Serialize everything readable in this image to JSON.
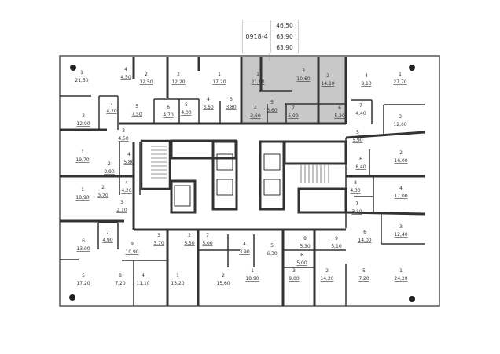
{
  "apartment_info": {
    "code": "0918-4",
    "areas": [
      "46,50",
      "63,90",
      "63,90"
    ]
  },
  "colors": {
    "highlight": "#c8c8c8",
    "wall": "#333333"
  },
  "rooms": [
    {
      "n": "1",
      "a": "21,50"
    },
    {
      "n": "4",
      "a": "4,50"
    },
    {
      "n": "2",
      "a": "12,50"
    },
    {
      "n": "7",
      "a": "4,70"
    },
    {
      "n": "3",
      "a": "12,90"
    },
    {
      "n": "5",
      "a": "7,50"
    },
    {
      "n": "6",
      "a": "4,70"
    },
    {
      "n": "5",
      "a": "4,00"
    },
    {
      "n": "3",
      "a": "4,50"
    },
    {
      "n": "2",
      "a": "12,20"
    },
    {
      "n": "1",
      "a": "17,20"
    },
    {
      "n": "4",
      "a": "3,60"
    },
    {
      "n": "3",
      "a": "3,80"
    },
    {
      "n": "1",
      "a": "21,80"
    },
    {
      "n": "3",
      "a": "10,60"
    },
    {
      "n": "2",
      "a": "14,10"
    },
    {
      "n": "4",
      "a": "3,60"
    },
    {
      "n": "5",
      "a": "3,60"
    },
    {
      "n": "7",
      "a": "5,00"
    },
    {
      "n": "6",
      "a": "5,20"
    },
    {
      "n": "4",
      "a": "8,10"
    },
    {
      "n": "1",
      "a": "27,70"
    },
    {
      "n": "7",
      "a": "4,40"
    },
    {
      "n": "3",
      "a": "12,60"
    },
    {
      "n": "5",
      "a": "5,90"
    },
    {
      "n": "1",
      "a": "19,70"
    },
    {
      "n": "2",
      "a": "3,80"
    },
    {
      "n": "4",
      "a": "5,80"
    },
    {
      "n": "1",
      "a": "18,90"
    },
    {
      "n": "2",
      "a": "3,70"
    },
    {
      "n": "4",
      "a": "4,20"
    },
    {
      "n": "3",
      "a": "2,10"
    },
    {
      "n": "6",
      "a": "6,40"
    },
    {
      "n": "2",
      "a": "16,00"
    },
    {
      "n": "8",
      "a": "4,30"
    },
    {
      "n": "4",
      "a": "17,00"
    },
    {
      "n": "7",
      "a": "3,10"
    },
    {
      "n": "3",
      "a": "12,40"
    },
    {
      "n": "6",
      "a": "14,00"
    },
    {
      "n": "7",
      "a": "4,90"
    },
    {
      "n": "6",
      "a": "13,00"
    },
    {
      "n": "9",
      "a": "10,90"
    },
    {
      "n": "3",
      "a": "3,70"
    },
    {
      "n": "2",
      "a": "5,50"
    },
    {
      "n": "7",
      "a": "5,00"
    },
    {
      "n": "4",
      "a": "3,90"
    },
    {
      "n": "5",
      "a": "6,30"
    },
    {
      "n": "8",
      "a": "5,30"
    },
    {
      "n": "9",
      "a": "5,10"
    },
    {
      "n": "6",
      "a": "5,00"
    },
    {
      "n": "5",
      "a": "17,20"
    },
    {
      "n": "8",
      "a": "7,20"
    },
    {
      "n": "4",
      "a": "11,10"
    },
    {
      "n": "1",
      "a": "13,20"
    },
    {
      "n": "2",
      "a": "15,60"
    },
    {
      "n": "1",
      "a": "18,90"
    },
    {
      "n": "3",
      "a": "9,00"
    },
    {
      "n": "2",
      "a": "14,20"
    },
    {
      "n": "5",
      "a": "7,20"
    },
    {
      "n": "1",
      "a": "24,20"
    }
  ]
}
